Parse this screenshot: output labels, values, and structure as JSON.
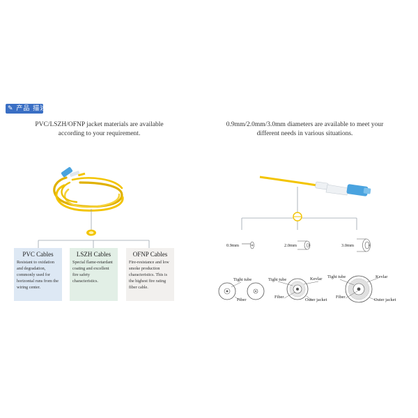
{
  "badge": {
    "label": "产品 描述",
    "icon": "edit-icon"
  },
  "left": {
    "caption_line1": "PVC/LSZH/OFNP jacket materials are available",
    "caption_line2": "according to your requirement.",
    "cards": [
      {
        "title": "PVC Cables",
        "text": "Resistant to oxidation and degradation, commonly used for horizontal runs from the wiring center.",
        "bg": "#dde8f4"
      },
      {
        "title": "LSZH Cables",
        "text": "Special flame-retardant coating and excellent fire safety characteristics.",
        "bg": "#e2efe6"
      },
      {
        "title": "OFNP Cables",
        "text": "Fire-resistance and low smoke production characteristics. This is the highest fire rating fiber cable.",
        "bg": "#f2f0ee"
      }
    ]
  },
  "right": {
    "caption_line1": "0.9mm/2.0mm/3.0mm diameters are available to meet your",
    "caption_line2": "different needs in various situations.",
    "diameters": [
      "0.9mm",
      "2.0mm",
      "3.0mm"
    ],
    "section_labels": {
      "tight_tube": "Tight tube",
      "fiber": "Fiber",
      "kevlar": "Kevlar",
      "outer_jacket": "Outer jacket"
    }
  },
  "colors": {
    "cable_yellow": "#f3c400",
    "connector_blue": "#4aa3df",
    "badge_blue": "#3a6fc4"
  }
}
